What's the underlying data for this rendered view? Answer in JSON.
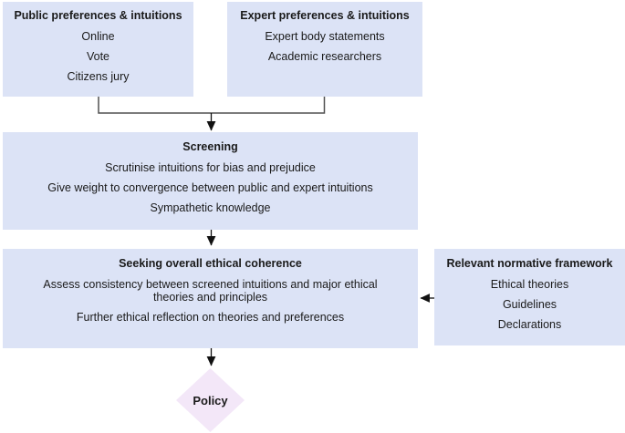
{
  "diagram": {
    "public_box": {
      "title": "Public preferences & intuitions",
      "items": [
        "Online",
        "Vote",
        "Citizens jury"
      ]
    },
    "expert_box": {
      "title": "Expert preferences & intuitions",
      "items": [
        "Expert body statements",
        "Academic researchers"
      ]
    },
    "screening_box": {
      "title": "Screening",
      "items": [
        "Scrutinise intuitions for bias and prejudice",
        "Give weight to convergence between public and expert intuitions",
        "Sympathetic knowledge"
      ]
    },
    "coherence_box": {
      "title": "Seeking overall ethical coherence",
      "items": [
        "Assess consistency between screened intuitions and major ethical theories and principles",
        "Further ethical reflection on theories and preferences"
      ]
    },
    "framework_box": {
      "title": "Relevant normative framework",
      "items": [
        "Ethical theories",
        "Guidelines",
        "Declarations"
      ]
    },
    "policy_node": {
      "label": "Policy"
    },
    "colors": {
      "box_fill": "#dce3f6",
      "diamond_fill": "#f3e7f8",
      "text": "#1a1a1a",
      "connector_line": "#515151",
      "arrow": "#111111"
    }
  }
}
